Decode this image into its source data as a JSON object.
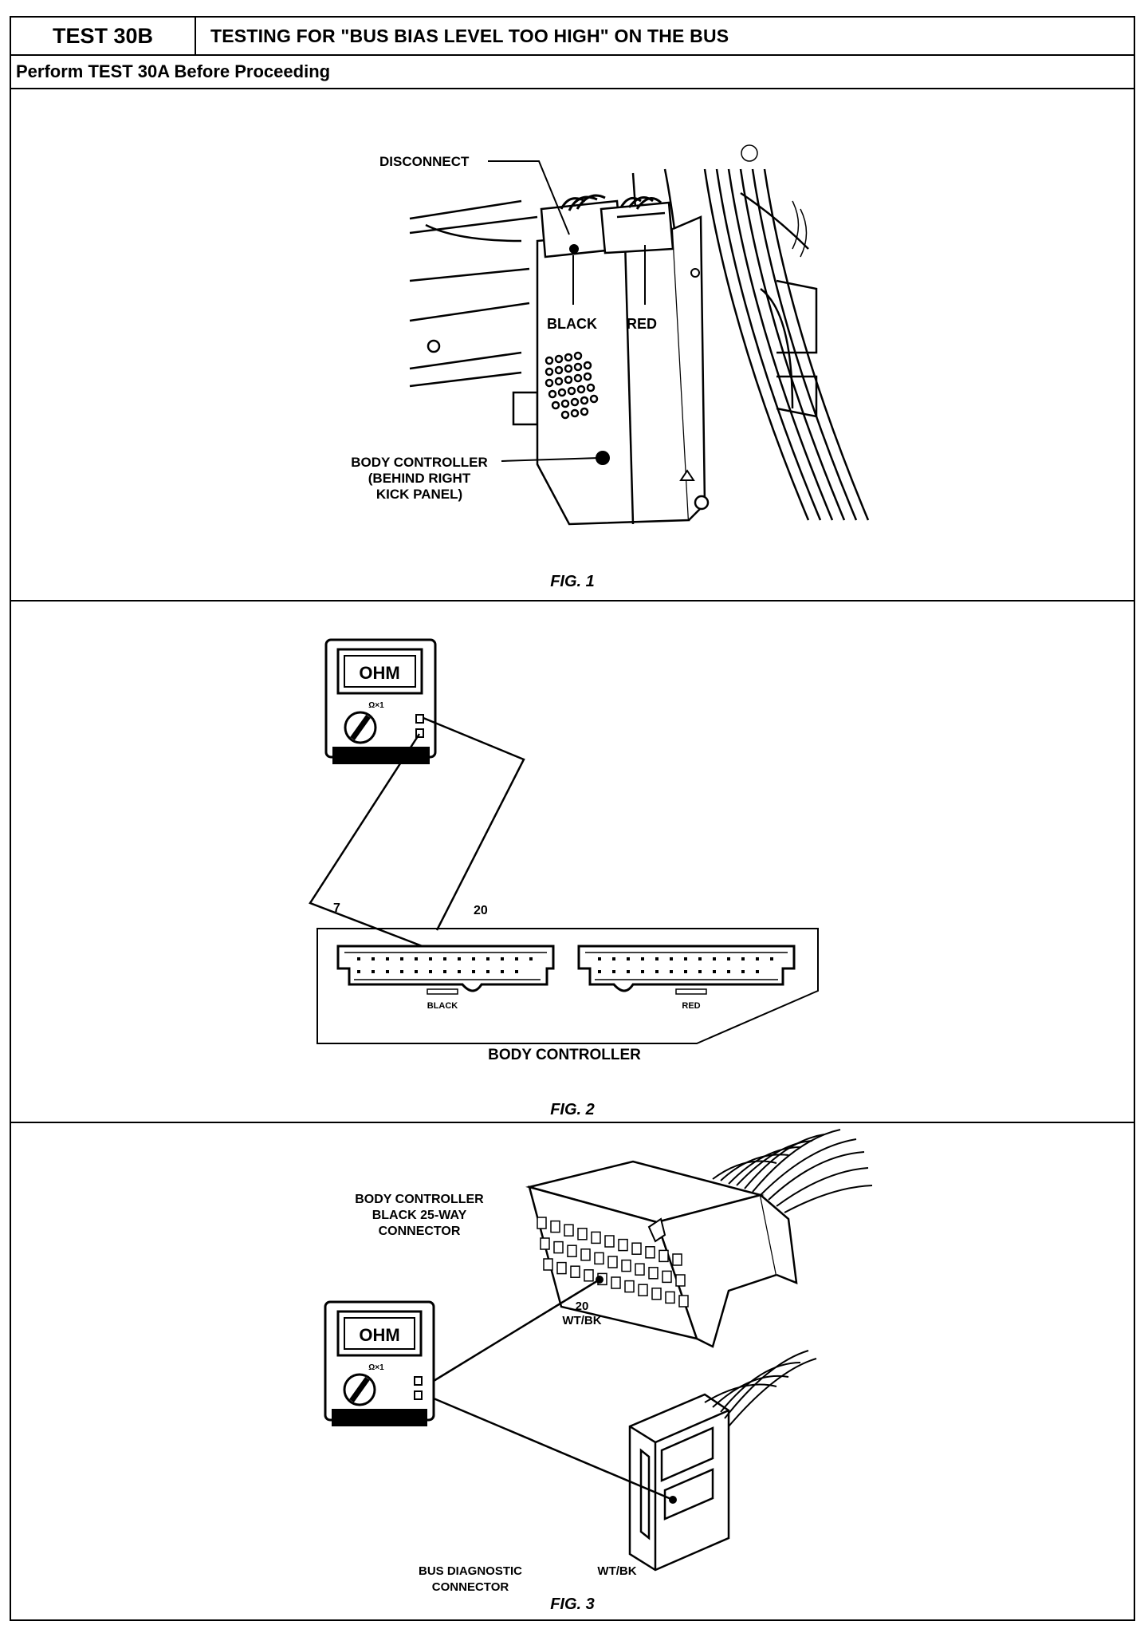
{
  "header": {
    "test_id": "TEST 30B",
    "title": "TESTING FOR \"BUS BIAS LEVEL TOO HIGH\" ON THE BUS",
    "prerequisite": "Perform TEST 30A Before Proceeding"
  },
  "fig1": {
    "caption": "FIG. 1",
    "disconnect_label": "DISCONNECT",
    "black_label": "BLACK",
    "red_label": "RED",
    "body_controller_line1": "BODY CONTROLLER",
    "body_controller_line2": "(BEHIND RIGHT",
    "body_controller_line3": "KICK PANEL)"
  },
  "fig2": {
    "caption": "FIG. 2",
    "meter_display": "OHM",
    "meter_range": "Ω×1",
    "pin_7": "7",
    "pin_20": "20",
    "black_connector": "BLACK",
    "red_connector": "RED",
    "body_controller_label": "BODY CONTROLLER"
  },
  "fig3": {
    "caption": "FIG. 3",
    "meter_display": "OHM",
    "meter_range": "Ω×1",
    "connector_line1": "BODY CONTROLLER",
    "connector_line2": "BLACK 25-WAY",
    "connector_line3": "CONNECTOR",
    "pin_number": "20",
    "pin_wire": "WT/BK",
    "diag_wire": "WT/BK",
    "diag_line1": "BUS DIAGNOSTIC",
    "diag_line2": "CONNECTOR"
  }
}
